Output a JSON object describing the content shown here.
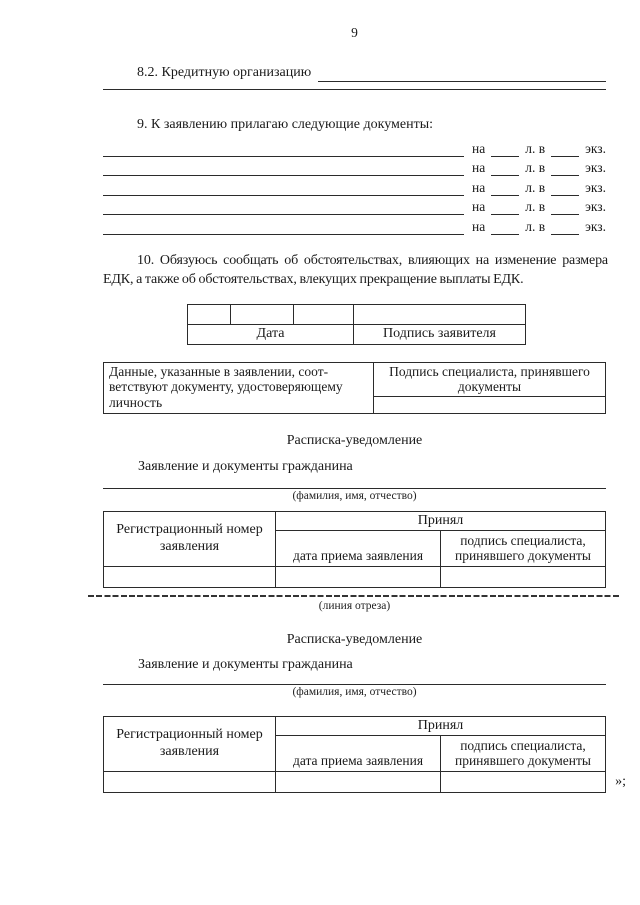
{
  "page": {
    "number": "9",
    "closing_mark": "»;"
  },
  "sections": {
    "s82_label": "8.2. Кредитную организацию",
    "s9_label": "9. К заявлению прилагаю следующие документы:",
    "s10_text": "10. Обязуюсь сообщать об обстоятельствах, влияющих на изменение размера ЕДК, а также об обстоятельствах, влекущих прекращение выплаты ЕДК."
  },
  "attachments": {
    "rows_count": 5,
    "labels": {
      "na": "на",
      "sheets": "л. в",
      "copies": "экз."
    }
  },
  "date_signature_table": {
    "date_label": "Дата",
    "signature_label": "Подпись заявителя"
  },
  "verification_table": {
    "left_lines": [
      "Данные, указанные в заявлении, соот-",
      "ветствуют документу, удостоверяющему",
      "личность"
    ],
    "right_header": "Подпись специалиста, принявшего документы"
  },
  "cut_line_caption": "(линия отреза)",
  "receipts": [
    {
      "title": "Расписка-уведомление",
      "lead": "Заявление и документы гражданина",
      "fio_caption": "(фамилия, имя, отчество)",
      "table": {
        "reg_number_header": "Регистрационный номер заявления",
        "accepted_header": "Принял",
        "date_header": "дата приема заявления",
        "signature_header": "подпись специалиста, принявшего документы"
      }
    },
    {
      "title": "Расписка-уведомление",
      "lead": "Заявление и документы гражданина",
      "fio_caption": "(фамилия, имя, отчество)",
      "table": {
        "reg_number_header": "Регистрационный номер заявления",
        "accepted_header": "Принял",
        "date_header": "дата приема заявления",
        "signature_header": "подпись специалиста, принявшего документы"
      }
    }
  ]
}
